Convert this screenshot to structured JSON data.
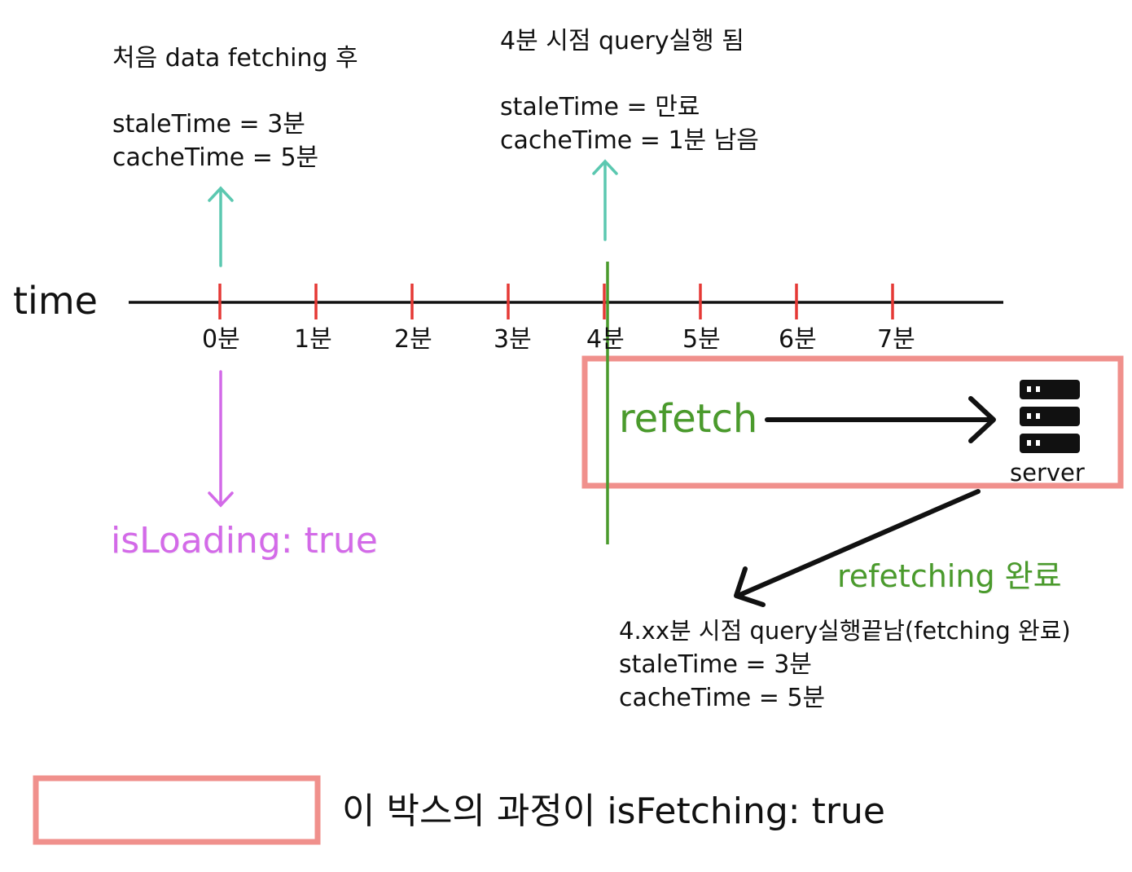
{
  "time_label": "time",
  "ticks": [
    "0분",
    "1분",
    "2분",
    "3분",
    "4분",
    "5분",
    "6분",
    "7분"
  ],
  "note_initial": {
    "heading": "처음 data fetching 후",
    "stale": "staleTime = 3분",
    "cache": "cacheTime = 5분"
  },
  "note_4min": {
    "heading": "4분 시점 query실행 됨",
    "stale": "staleTime = 만료",
    "cache": "cacheTime = 1분 남음"
  },
  "loading_label": "isLoading: true",
  "refetch_label": "refetch",
  "server_label": "server",
  "refetch_done_label": "refetching 완료",
  "note_done": {
    "heading": "4.xx분 시점 query실행끝남(fetching 완료)",
    "stale": "staleTime = 3분",
    "cache": "cacheTime = 5분"
  },
  "legend_text": "이 박스의 과정이 isFetching: true",
  "colors": {
    "teal": "#5bc8b0",
    "magenta": "#d36ae8",
    "green": "#4a9a2c",
    "tick_red": "#e53935",
    "box_pink": "#f0908c",
    "black": "#111111"
  }
}
